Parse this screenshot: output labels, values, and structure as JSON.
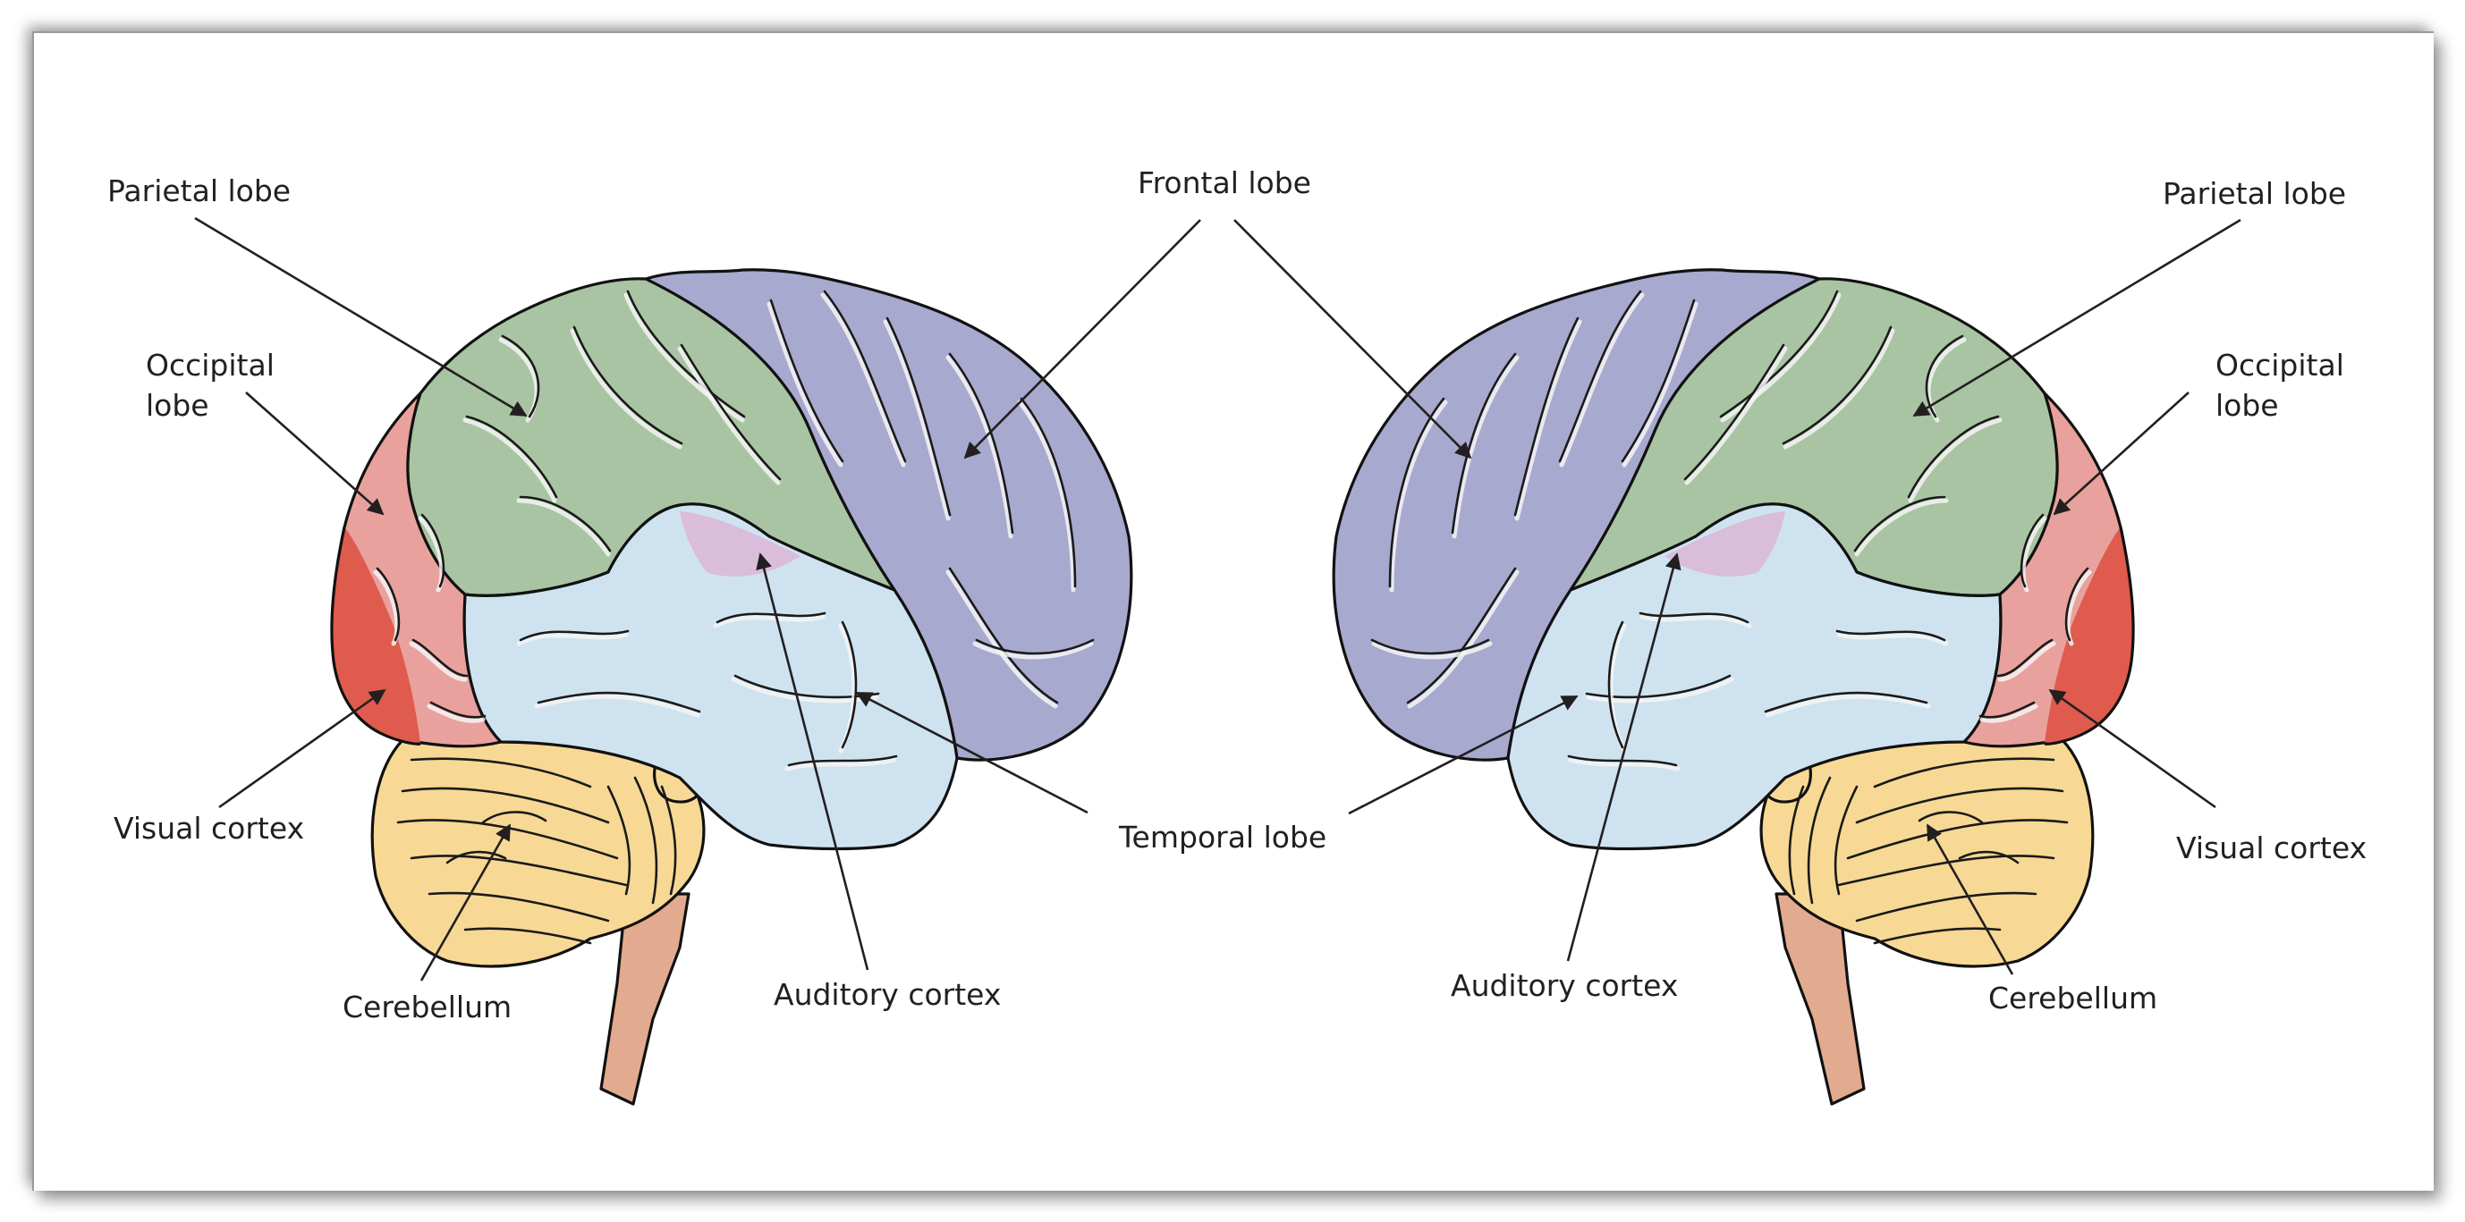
{
  "figure": {
    "title": "Lateral views of the brain with labeled lobes and cortical areas",
    "colors": {
      "frontal_lobe": "#a8a9cf",
      "parietal_lobe": "#a9c4a2",
      "temporal_lobe": "#cfe2f0",
      "occipital_lobe": "#e9a19d",
      "visual_cortex": "#de5b4d",
      "auditory_cortex": "#d9bddb",
      "cerebellum": "#f7d995",
      "pons": "#fbbc1a",
      "brainstem": "#e2ab8f",
      "outline": "#111111",
      "label_text": "#231f20"
    }
  },
  "left_brain": {
    "labels": {
      "parietal_lobe": "Parietal lobe",
      "occipital_lobe_line1": "Occipital",
      "occipital_lobe_line2": "lobe",
      "visual_cortex": "Visual cortex",
      "cerebellum": "Cerebellum",
      "auditory_cortex": "Auditory cortex"
    }
  },
  "shared_labels": {
    "frontal_lobe": "Frontal lobe",
    "temporal_lobe": "Temporal lobe"
  },
  "right_brain": {
    "labels": {
      "parietal_lobe": "Parietal lobe",
      "occipital_lobe_line1": "Occipital",
      "occipital_lobe_line2": "lobe",
      "visual_cortex": "Visual cortex",
      "cerebellum": "Cerebellum",
      "auditory_cortex": "Auditory cortex"
    }
  }
}
